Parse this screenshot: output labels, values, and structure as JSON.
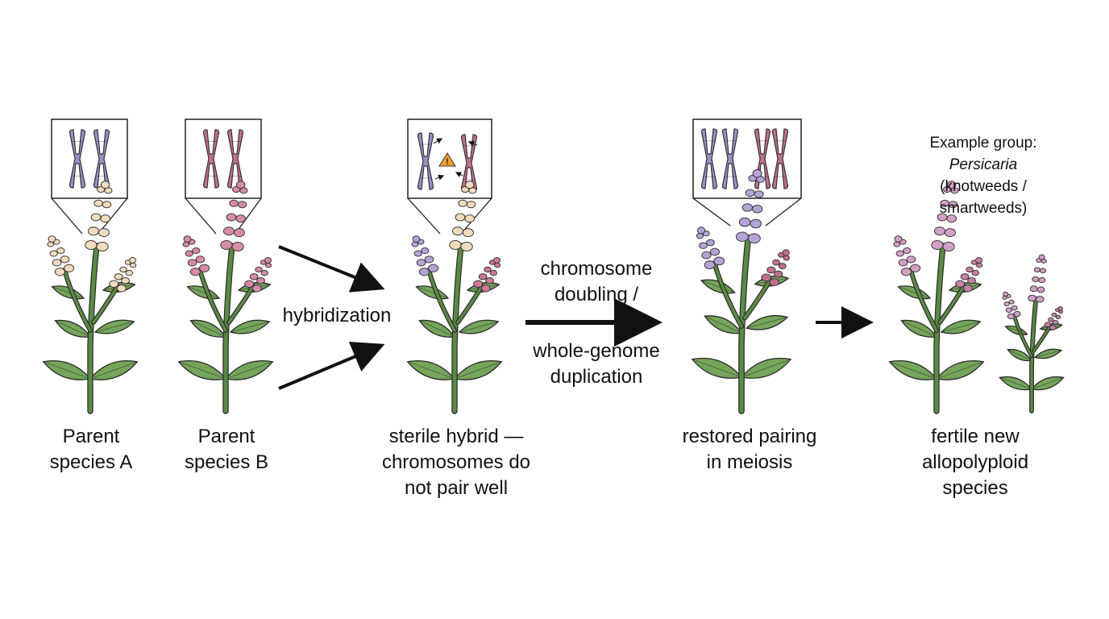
{
  "stages": [
    {
      "id": "parent-a",
      "label_lines": [
        "Parent",
        "species A"
      ],
      "flower_color": "#f1dcbd",
      "chromosome_colors": [
        "#9a8fc6",
        "#9a8fc6"
      ]
    },
    {
      "id": "parent-b",
      "label_lines": [
        "Parent",
        "species B"
      ],
      "flower_color": "#d98aa8",
      "chromosome_colors": [
        "#c2708f",
        "#c2708f"
      ]
    },
    {
      "id": "hybrid",
      "label_lines": [
        "sterile hybrid —",
        "chromosomes do",
        "not pair well"
      ],
      "flower_colors": [
        "#b7a3d8",
        "#f1dcbd",
        "#d07896"
      ],
      "chromosome_colors": [
        "#9a8fc6",
        "#c2708f"
      ],
      "warning_symbol": "!"
    },
    {
      "id": "doubled",
      "label_lines": [
        "restored pairing",
        "in meiosis"
      ],
      "flower_colors": [
        "#b7a3d8",
        "#b7a3d8",
        "#c2708f"
      ],
      "chromosome_colors": [
        "#9a8fc6",
        "#9a8fc6",
        "#c2708f",
        "#c2708f"
      ]
    },
    {
      "id": "new-species",
      "label_lines": [
        "fertile new",
        "allopolyploid",
        "species"
      ],
      "flower_color": "#d4a0c8"
    }
  ],
  "steps": {
    "hybridization": "hybridization",
    "doubling_lines": [
      "chromosome",
      "doubling /",
      "whole-genome",
      "duplication"
    ]
  },
  "example": {
    "line1": "Example group:",
    "genus": "Persicaria",
    "line3": "(knotweeds /",
    "line4": "smartweeds)"
  },
  "colors": {
    "leaf": "#74a55a",
    "stem": "#5a8a44",
    "outline": "#2b2b2b",
    "warning": "#f0a030"
  }
}
